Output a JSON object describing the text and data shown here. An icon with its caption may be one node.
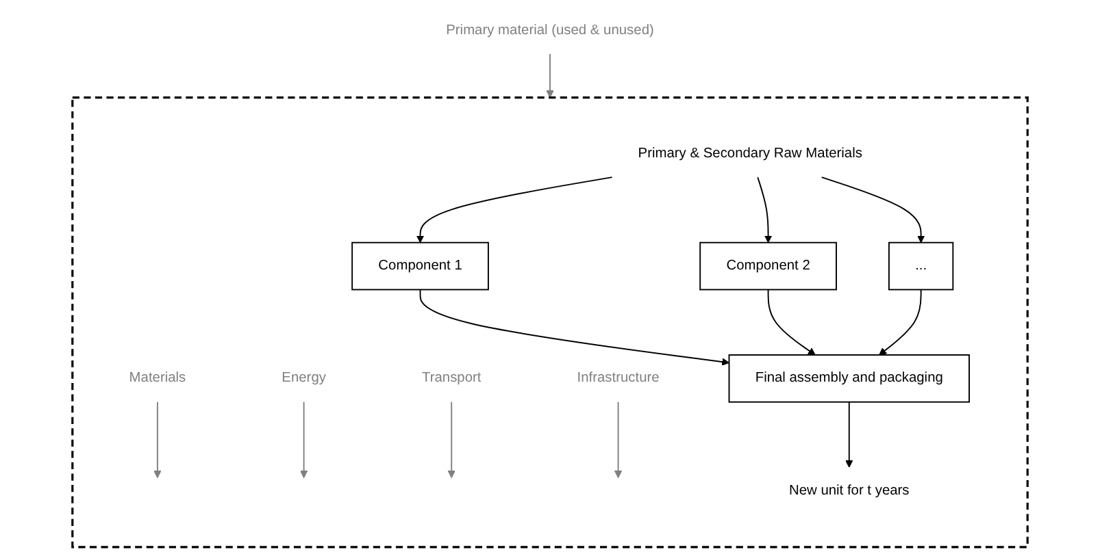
{
  "diagram": {
    "nodes": [
      {
        "text": [],
        "shape": "box"
      },
      {
        "text": [
          "Primary material (used & unused)"
        ]
      },
      {
        "text": [
          "Materials"
        ],
        "in": 0
      },
      {
        "text": [
          "Energy"
        ],
        "in": 0
      },
      {
        "text": [
          "Transport"
        ],
        "in": 0
      },
      {
        "text": [
          "Infrastructure"
        ],
        "in": 0
      },
      {
        "text": [
          "Primary & Secondary Raw Materials"
        ],
        "in": 0
      },
      {
        "text": [
          "Component 1"
        ],
        "in": 0
      },
      {
        "text": [
          "Component 2"
        ],
        "in": 0
      },
      {
        "text": [
          "..."
        ],
        "in": 0
      },
      {
        "text": [
          "Final assembly and packaging"
        ],
        "in": 0
      },
      {
        "text": [
          "New unit for t years"
        ],
        "in": 0
      }
    ],
    "edges": [
      {
        "from": 1,
        "to": 0,
        "arrow": "to",
        "color": "#808080"
      },
      {
        "from": 2,
        "to": null,
        "arrow": "to",
        "color": "#808080"
      },
      {
        "from": 3,
        "to": null,
        "arrow": "to",
        "color": "#808080"
      },
      {
        "from": 4,
        "to": null,
        "arrow": "to",
        "color": "#808080"
      },
      {
        "from": 5,
        "to": null,
        "arrow": "to",
        "color": "#808080"
      },
      {
        "from": 6,
        "to": 7,
        "arrow": "to"
      },
      {
        "from": 6,
        "to": 8,
        "arrow": "to"
      },
      {
        "from": 6,
        "to": 9,
        "arrow": "to"
      },
      {
        "from": 7,
        "to": 10,
        "arrow": "to"
      },
      {
        "from": 8,
        "to": 10,
        "arrow": "to"
      },
      {
        "from": 9,
        "to": 10,
        "arrow": "to"
      },
      {
        "from": 10,
        "to": 11,
        "arrow": "to"
      }
    ]
  }
}
